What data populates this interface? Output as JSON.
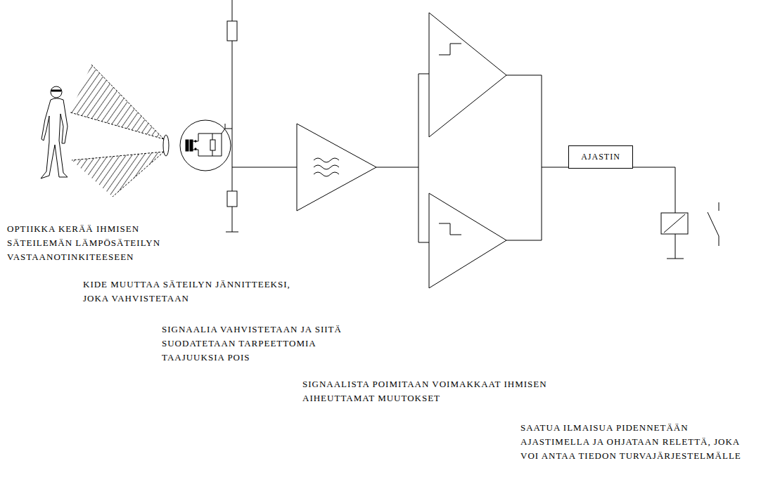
{
  "diagram": {
    "nodes": [
      {
        "text": [
          "AJASTIN"
        ]
      }
    ],
    "labels": [
      "OPTIIKKA KERÄÄ IHMISEN SÄTEILEMÄN LÄMPÖSÄTEILYN VASTAANOTINKITEESEEN",
      "KIDE MUUTTAA SÄTEILYN JÄNNITTEEKSI, JOKA VAHVISTETAAN",
      "SIGNAALIA VAHVISTETAAN JA SIITÄ SUODATETAAN TARPEETTOMIA TAAJUUKSIA POIS",
      "SIGNAALISTA POIMITAAN VOIMAKKAAT IHMISEN AIHEUTTAMAT MUUTOKSET",
      "SAATUA ILMAISUA PIDENNETÄÄN AJASTIMELLA JA OHJATAAN RELETTÄ, JOKA VOI ANTAA TIEDON TURVAJÄRJESTELMÄLLE"
    ]
  }
}
